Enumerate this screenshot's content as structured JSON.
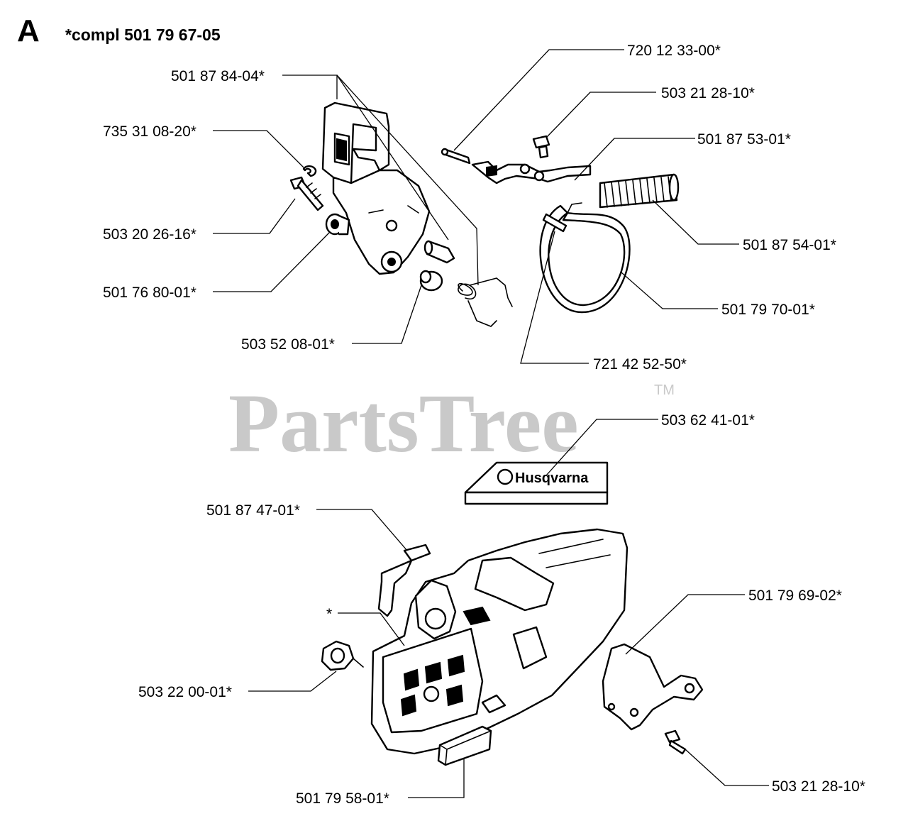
{
  "header": {
    "section_letter": "A",
    "assembly": "*compl 501 79 67-05"
  },
  "watermark": {
    "brand": "PartsTree",
    "trademark": "TM"
  },
  "decal": {
    "brand": "Husqvarna"
  },
  "labels": {
    "p01": "720 12 33-00*",
    "p02": "501 87 84-04*",
    "p03": "503 21 28-10*",
    "p04": "735 31 08-20*",
    "p05": "501 87 53-01*",
    "p06": "503 20 26-16*",
    "p07": "501 87 54-01*",
    "p08": "501 76 80-01*",
    "p09": "501 79 70-01*",
    "p10": "503 52 08-01*",
    "p11": "721 42 52-50*",
    "p12": "503 62 41-01*",
    "p13": "501 87 47-01*",
    "p14": "501 79 69-02*",
    "p15": "*",
    "p16": "503 22 00-01*",
    "p17": "503 21 28-10*",
    "p18": "501 79 58-01*"
  }
}
